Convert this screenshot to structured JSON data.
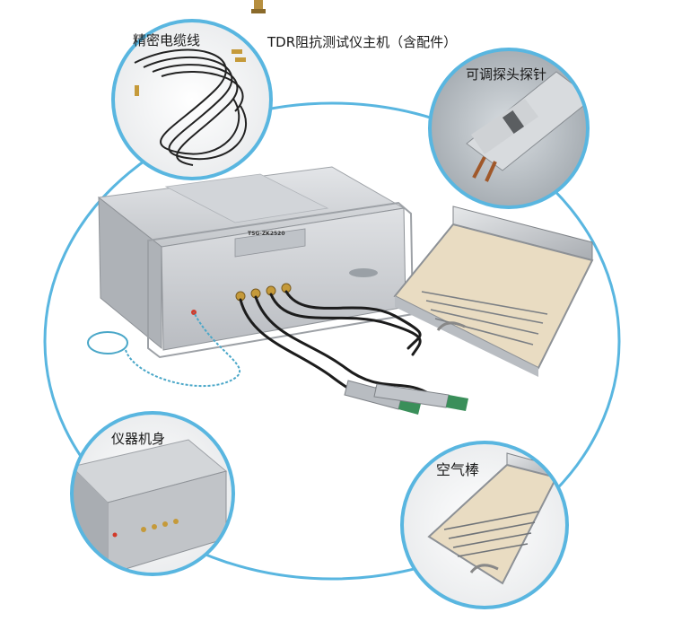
{
  "title": "TDR阻抗测试仪主机（含配件）",
  "callouts": {
    "cable": "精密电缆线",
    "probe": "可调探头探针",
    "body": "仪器机身",
    "airline": "空气棒"
  },
  "device": {
    "model_plate": "TSG-ZK2520"
  },
  "colors": {
    "ring": "#59b6e0",
    "chassis": "#c9ccd0",
    "case_lining": "#e9dcc2",
    "strap": "#4aa7c8"
  }
}
